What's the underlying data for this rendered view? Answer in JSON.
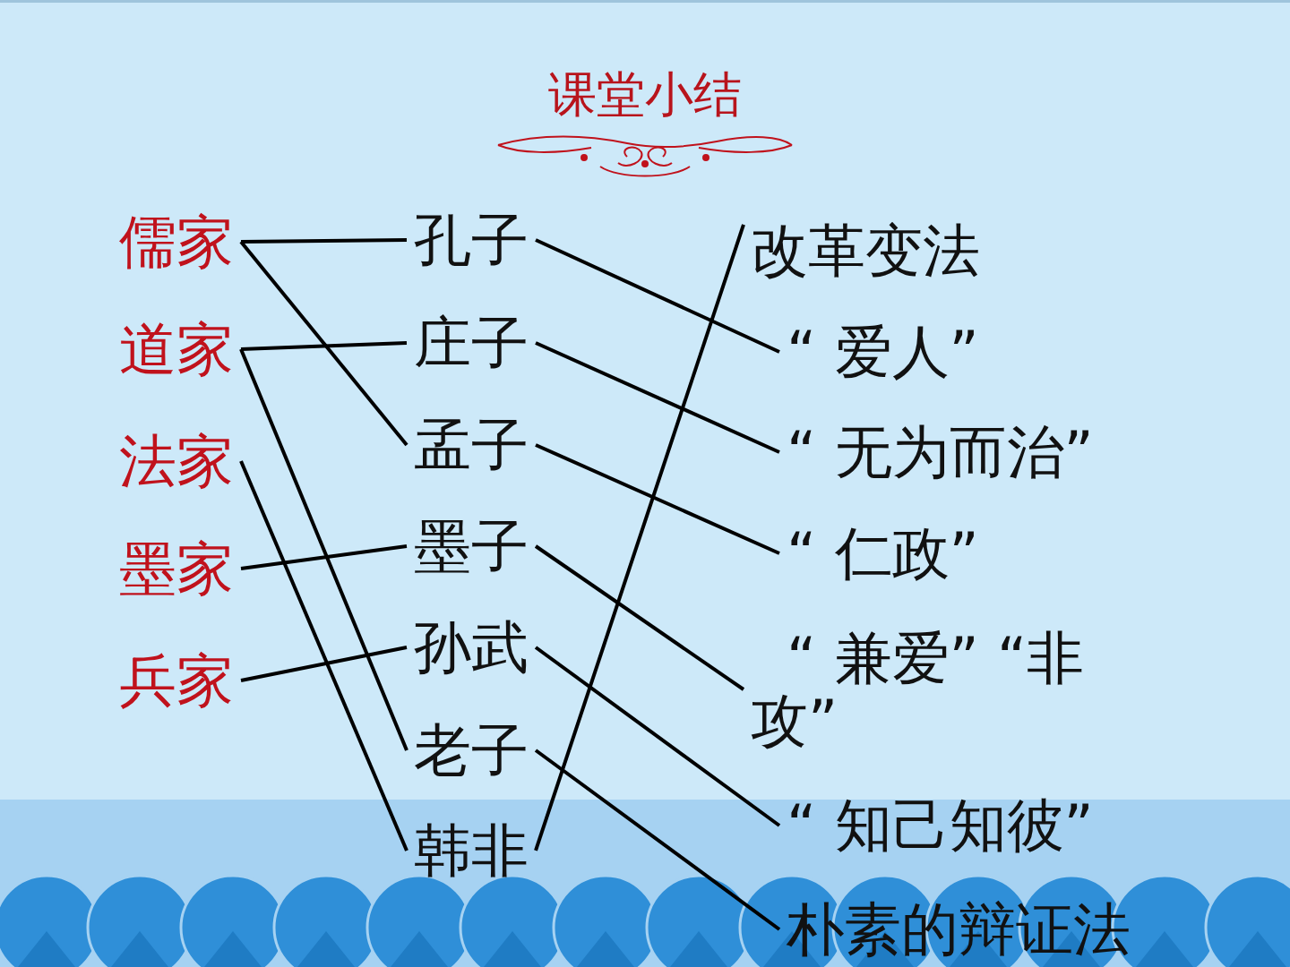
{
  "diagram": {
    "title": "课堂小结",
    "nodes": [
      {
        "text": [
          "儒家"
        ]
      },
      {
        "text": [
          "道家"
        ]
      },
      {
        "text": [
          "法家"
        ]
      },
      {
        "text": [
          "墨家"
        ]
      },
      {
        "text": [
          "兵家"
        ]
      },
      {
        "text": [
          "孔子"
        ]
      },
      {
        "text": [
          "庄子"
        ]
      },
      {
        "text": [
          "孟子"
        ]
      },
      {
        "text": [
          "墨子"
        ]
      },
      {
        "text": [
          "孙武"
        ]
      },
      {
        "text": [
          "老子"
        ]
      },
      {
        "text": [
          "韩非"
        ]
      },
      {
        "text": [
          "改革变法"
        ]
      },
      {
        "text": [
          "“ 爱人”"
        ]
      },
      {
        "text": [
          "“ 无为而治”"
        ]
      },
      {
        "text": [
          "“ 仁政”"
        ]
      },
      {
        "text": [
          "“ 兼爱” “非攻”"
        ]
      },
      {
        "text": [
          "“ 知己知彼”"
        ]
      },
      {
        "text": [
          "朴素的辩证法"
        ]
      }
    ],
    "edges": [
      {
        "from": 0,
        "to": 5,
        "arrow": "none"
      },
      {
        "from": 0,
        "to": 7,
        "arrow": "none"
      },
      {
        "from": 1,
        "to": 6,
        "arrow": "none"
      },
      {
        "from": 1,
        "to": 10,
        "arrow": "none"
      },
      {
        "from": 2,
        "to": 11,
        "arrow": "none"
      },
      {
        "from": 3,
        "to": 8,
        "arrow": "none"
      },
      {
        "from": 4,
        "to": 9,
        "arrow": "none"
      },
      {
        "from": 5,
        "to": 13,
        "arrow": "none"
      },
      {
        "from": 6,
        "to": 14,
        "arrow": "none"
      },
      {
        "from": 7,
        "to": 15,
        "arrow": "none"
      },
      {
        "from": 8,
        "to": 16,
        "arrow": "none"
      },
      {
        "from": 9,
        "to": 17,
        "arrow": "none"
      },
      {
        "from": 10,
        "to": 18,
        "arrow": "none"
      },
      {
        "from": 11,
        "to": 12,
        "arrow": "none"
      }
    ]
  }
}
